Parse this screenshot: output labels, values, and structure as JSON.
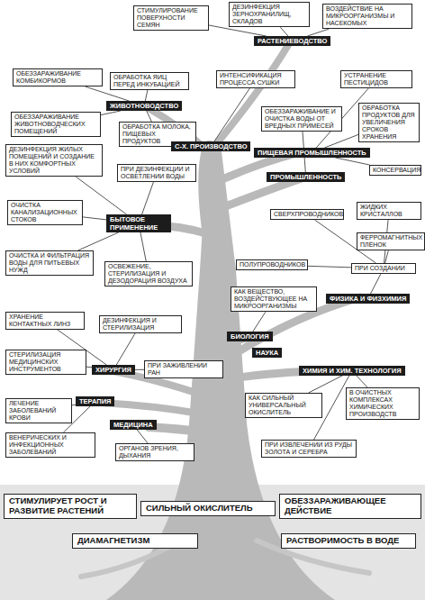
{
  "diagram": {
    "nodes": [
      {
        "text": [
          "СТИМУЛИРОВАНИЕ ПОВЕРХНОСТИ СЕМЯН"
        ]
      },
      {
        "text": [
          "ДЕЗИНФЕКЦИЯ ЗЕРНОХРАНИЛИЩ, СКЛАДОВ"
        ]
      },
      {
        "text": [
          "ВОЗДЕЙСТВИЕ НА МИКРООРГАНИЗМЫ И НАСЕКОМЫХ"
        ]
      },
      {
        "text": [
          "РАСТЕНИЕВОДСТВО"
        ]
      },
      {
        "text": [
          "ОБЕЗЗАРАЖИВАНИЕ КОМБИКОРМОВ"
        ]
      },
      {
        "text": [
          "ОБРАБОТКА ЯИЦ ПЕРЕД ИНКУБАЦИЕЙ"
        ]
      },
      {
        "text": [
          "ИНТЕНСИФИКАЦИЯ ПРОЦЕССА СУШКИ"
        ]
      },
      {
        "text": [
          "УСТРАНЕНИЕ ПЕСТИЦИДОВ"
        ]
      },
      {
        "text": [
          "ЖИВОТНОВОДСТВО"
        ]
      },
      {
        "text": [
          "ОБЕЗЗАРАЖИВАНИЕ ЖИВОТНОВОДЧЕСКИХ ПОМЕЩЕНИЙ"
        ]
      },
      {
        "text": [
          "ОБЕЗЗАРАЖИВАНИЕ И ОЧИСТКА ВОДЫ ОТ ВРЕДНЫХ ПРИМЕСЕЙ"
        ]
      },
      {
        "text": [
          "ОБРАБОТКА ПРОДУКТОВ ДЛЯ УВЕЛИЧЕНИЯ СРОКОВ ХРАНЕНИЯ"
        ]
      },
      {
        "text": [
          "ОБРАБОТКА МОЛОКА, ПИЩЕВЫХ ПРОДУКТОВ"
        ]
      },
      {
        "text": [
          "С-Х. ПРОИЗВОДСТВО"
        ]
      },
      {
        "text": [
          "ПИЩЕВАЯ ПРОМЫШЛЕННОСТЬ"
        ]
      },
      {
        "text": [
          "ДЕЗИНФЕКЦИЯ ЖИЛЫХ ПОМЕЩЕНИЙ И СОЗДАНИЕ В НИХ КОМФОРТНЫХ УСЛОВИЙ"
        ]
      },
      {
        "text": [
          "ПРИ ДЕЗИНФЕКЦИИ И ОСВЕТЛЕНИИ ВОДЫ"
        ]
      },
      {
        "text": [
          "ПРОМЫШЛЕННОСТЬ"
        ]
      },
      {
        "text": [
          "КОНСЕРВАЦИЯ"
        ]
      },
      {
        "text": [
          "ОЧИСТКА КАНАЛИЗАЦИОННЫХ СТОКОВ"
        ]
      },
      {
        "text": [
          "БЫТОВОЕ ПРИМЕНЕНИЕ"
        ]
      },
      {
        "text": [
          "ЖИДКИХ КРИСТАЛЛОВ"
        ]
      },
      {
        "text": [
          "СВЕРХПРОВОДНИКОВ"
        ]
      },
      {
        "text": [
          "ФЕРРОМАГНИТНЫХ ПЛЁНОК"
        ]
      },
      {
        "text": [
          "ОЧИСТКА И ФИЛЬТРАЦИЯ ВОДЫ ДЛЯ ПИТЬЕВЫХ НУЖД"
        ]
      },
      {
        "text": [
          "ОСВЕЖЕНИЕ, СТЕРИЛИЗАЦИЯ И ДЕЗОДОРАЦИЯ ВОЗДУХА"
        ]
      },
      {
        "text": [
          "ПОЛУПРОВОДНИКОВ"
        ]
      },
      {
        "text": [
          "ПРИ СОЗДАНИИ"
        ]
      },
      {
        "text": [
          "КАК ВЕЩЕСТВО, ВОЗДЕЙСТВУЮЩЕЕ НА МИКРООРГАНИЗМЫ"
        ]
      },
      {
        "text": [
          "ФИЗИКА И ФИЗХИМИЯ"
        ]
      },
      {
        "text": [
          "ХРАНЕНИЕ КОНТАКТНЫХ ЛИНЗ"
        ]
      },
      {
        "text": [
          "ДЕЗИНФЕКЦИЯ И СТЕРИЛИЗАЦИЯ"
        ]
      },
      {
        "text": [
          "БИОЛОГИЯ"
        ]
      },
      {
        "text": [
          "НАУКА"
        ]
      },
      {
        "text": [
          "СТЕРИЛИЗАЦИЯ МЕДИЦИНСКИХ ИНСТРУМЕНТОВ"
        ]
      },
      {
        "text": [
          "ХИРУРГИЯ"
        ]
      },
      {
        "text": [
          "ПРИ ЗАЖИВЛЕНИИ РАН"
        ]
      },
      {
        "text": [
          "ХИМИЯ И ХИМ. ТЕХНОЛОГИЯ"
        ]
      },
      {
        "text": [
          "ТЕРАПИЯ"
        ]
      },
      {
        "text": [
          "ЛЕЧЕНИЕ ЗАБОЛЕВАНИЙ КРОВИ"
        ]
      },
      {
        "text": [
          "КАК СИЛЬНЫЙ УНИВЕРСАЛЬНЫЙ ОКИСЛИТЕЛЬ"
        ]
      },
      {
        "text": [
          "В ОЧИСТНЫХ КОМПЛЕКСАХ ХИМИЧЕСКИХ ПРОИЗВОДСТВ"
        ]
      },
      {
        "text": [
          "МЕДИЦИНА"
        ]
      },
      {
        "text": [
          "ВЕНЕРИЧЕСКИХ И ИНФЕКЦИОННЫХ ЗАБОЛЕВАНИЙ"
        ]
      },
      {
        "text": [
          "ОРГАНОВ ЗРЕНИЯ, ДЫХАНИЯ"
        ]
      },
      {
        "text": [
          "ПРИ ИЗВЛЕЧЕНИИ ИЗ РУДЫ ЗОЛОТА И СЕРЕБРА"
        ]
      },
      {
        "text": [
          "СТИМУЛИРУЕТ РОСТ И РАЗВИТИЕ РАСТЕНИЙ"
        ]
      },
      {
        "text": [
          "СИЛЬНЫЙ ОКИСЛИТЕЛЬ"
        ]
      },
      {
        "text": [
          "ОБЕЗЗАРАЖИВАЮЩЕЕ ДЕЙСТВИЕ"
        ]
      },
      {
        "text": [
          "ДИАМАГНЕТИЗМ"
        ]
      },
      {
        "text": [
          "РАСТВОРИМОСТЬ В ВОДЕ"
        ]
      }
    ],
    "edges": [
      {
        "from": 0,
        "to": 3,
        "arrow": "none"
      },
      {
        "from": 1,
        "to": 3,
        "arrow": "none"
      },
      {
        "from": 2,
        "to": 3,
        "arrow": "none"
      },
      {
        "from": 4,
        "to": 8,
        "arrow": "none"
      },
      {
        "from": 5,
        "to": 8,
        "arrow": "none"
      },
      {
        "from": 9,
        "to": 8,
        "arrow": "none"
      },
      {
        "from": 12,
        "to": 8,
        "arrow": "none"
      },
      {
        "from": 6,
        "to": 13,
        "arrow": "none"
      },
      {
        "from": 7,
        "to": 14,
        "arrow": "none"
      },
      {
        "from": 11,
        "to": 14,
        "arrow": "none"
      },
      {
        "from": 18,
        "to": 14,
        "arrow": "none"
      },
      {
        "from": 10,
        "to": 17,
        "arrow": "none"
      },
      {
        "from": 15,
        "to": 20,
        "arrow": "none"
      },
      {
        "from": 16,
        "to": 20,
        "arrow": "none"
      },
      {
        "from": 19,
        "to": 20,
        "arrow": "none"
      },
      {
        "from": 24,
        "to": 20,
        "arrow": "none"
      },
      {
        "from": 25,
        "to": 20,
        "arrow": "none"
      },
      {
        "from": 21,
        "to": 27,
        "arrow": "none"
      },
      {
        "from": 22,
        "to": 27,
        "arrow": "none"
      },
      {
        "from": 23,
        "to": 27,
        "arrow": "none"
      },
      {
        "from": 26,
        "to": 27,
        "arrow": "none"
      },
      {
        "from": 27,
        "to": 29,
        "arrow": "none"
      },
      {
        "from": 28,
        "to": 32,
        "arrow": "none"
      },
      {
        "from": 30,
        "to": 35,
        "arrow": "none"
      },
      {
        "from": 31,
        "to": 35,
        "arrow": "none"
      },
      {
        "from": 34,
        "to": 35,
        "arrow": "none"
      },
      {
        "from": 36,
        "to": 35,
        "arrow": "none"
      },
      {
        "from": 39,
        "to": 38,
        "arrow": "none"
      },
      {
        "from": 43,
        "to": 38,
        "arrow": "none"
      },
      {
        "from": 44,
        "to": 42,
        "arrow": "none"
      },
      {
        "from": 40,
        "to": 37,
        "arrow": "none"
      },
      {
        "from": 41,
        "to": 37,
        "arrow": "none"
      },
      {
        "from": 45,
        "to": 37,
        "arrow": "none"
      }
    ]
  }
}
